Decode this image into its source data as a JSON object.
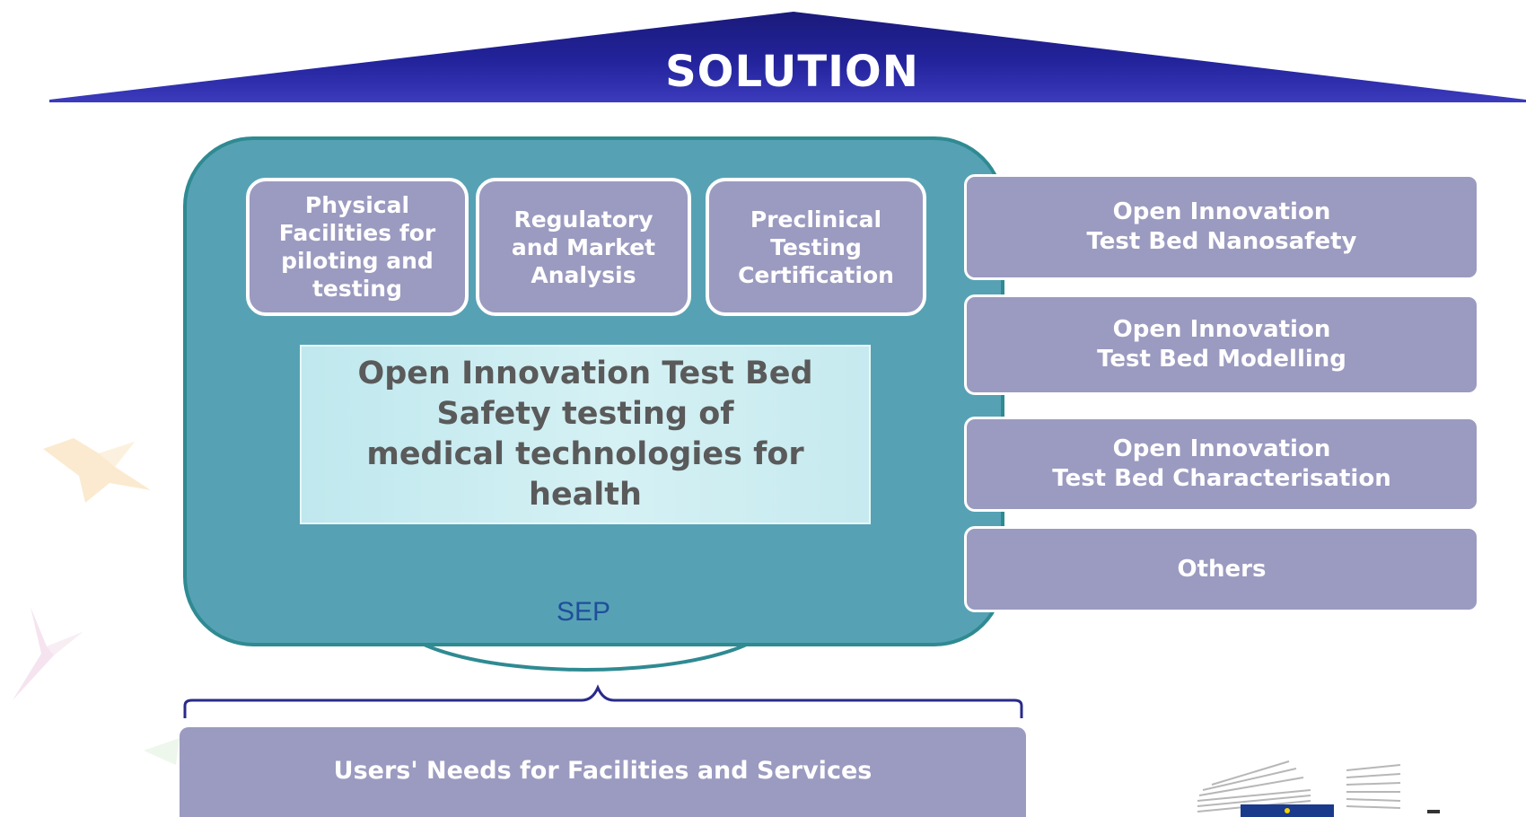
{
  "header": {
    "title": "SOLUTION"
  },
  "services": [
    {
      "label": "Physical\nFacilities for\npiloting and\ntesting"
    },
    {
      "label": "Regulatory\nand Market\nAnalysis"
    },
    {
      "label": "Preclinical\nTesting\nCertification"
    }
  ],
  "center": {
    "label": "Open Innovation Test Bed\nSafety testing of\nmedical technologies for\nhealth"
  },
  "hub": {
    "label": "SEP"
  },
  "test_beds": [
    {
      "label": "Open Innovation\nTest Bed Nanosafety"
    },
    {
      "label": "Open Innovation\nTest Bed Modelling"
    },
    {
      "label": "Open Innovation\nTest Bed Characterisation"
    },
    {
      "label": "Others"
    }
  ],
  "users": {
    "label": "Users' Needs for Facilities and Services"
  },
  "colors": {
    "roof": "#1e1e8c",
    "panel": "#56a2b4",
    "box": "#9b9ac0",
    "center_box": "#c9ecf0",
    "sep_text": "#1f4e9c"
  }
}
